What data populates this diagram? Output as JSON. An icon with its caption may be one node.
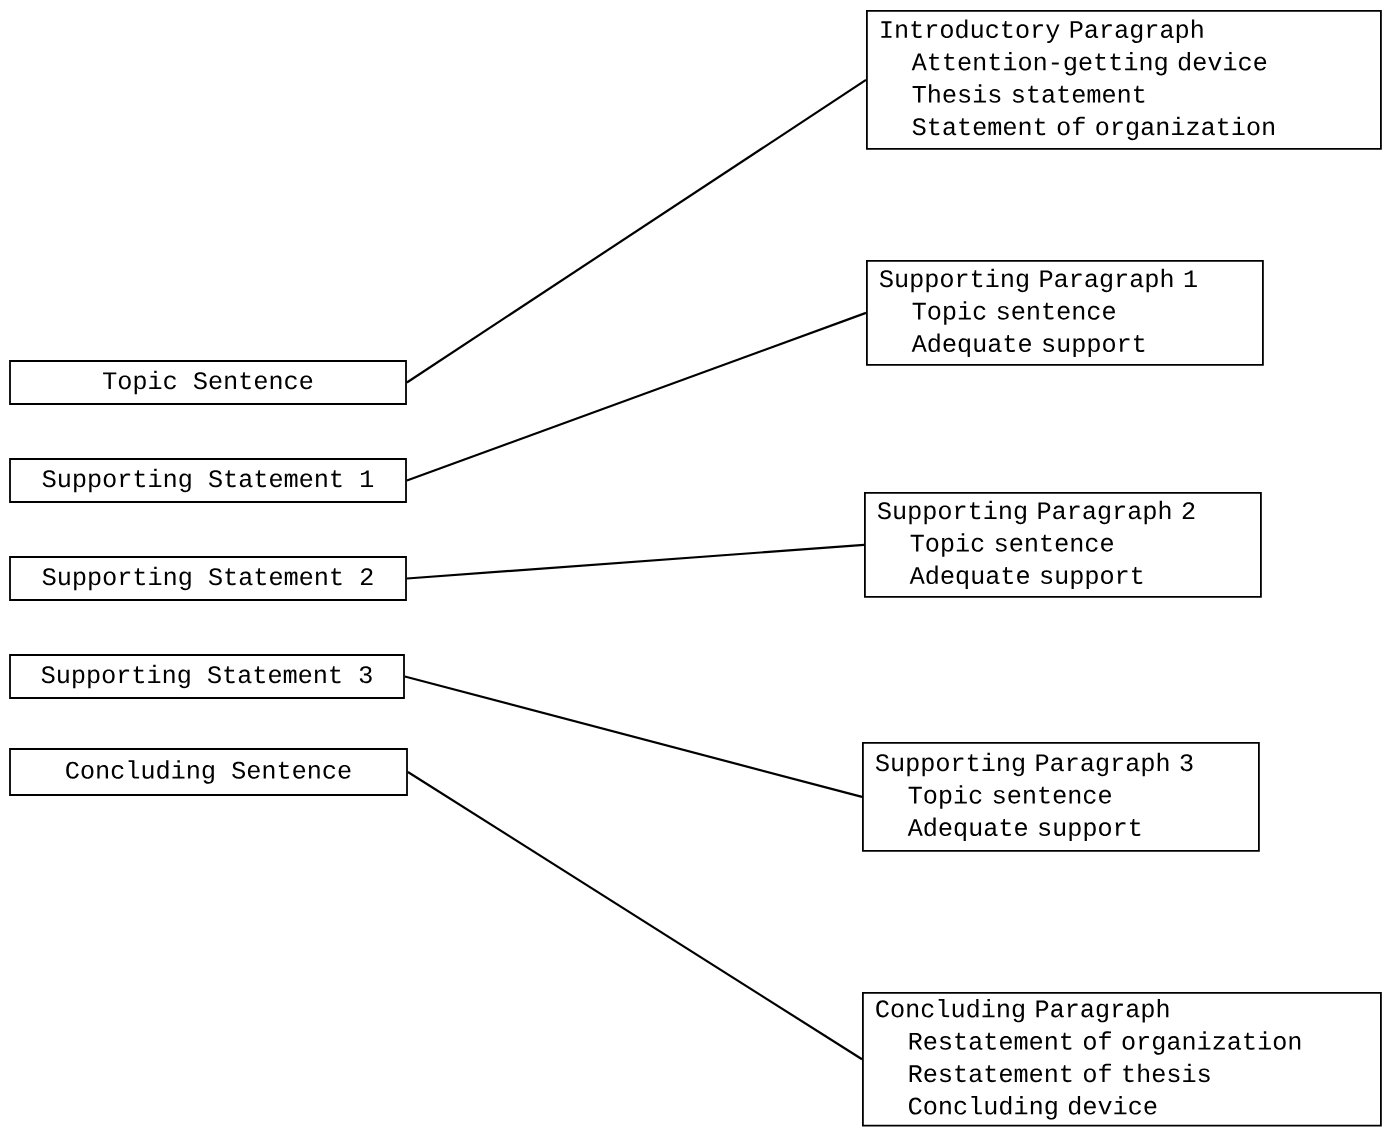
{
  "diagram": {
    "nodes": [
      {
        "text": [
          "Topic Sentence"
        ]
      },
      {
        "text": [
          "Supporting Statement 1"
        ]
      },
      {
        "text": [
          "Supporting Statement 2"
        ]
      },
      {
        "text": [
          "Supporting Statement 3"
        ]
      },
      {
        "text": [
          "Concluding Sentence"
        ]
      },
      {
        "text": [
          "Introductory Paragraph",
          "Attention-getting device",
          "Thesis statement",
          "Statement of organization"
        ]
      },
      {
        "text": [
          "Supporting Paragraph 1",
          "Topic sentence",
          "Adequate support"
        ]
      },
      {
        "text": [
          "Supporting Paragraph 2",
          "Topic sentence",
          "Adequate support"
        ]
      },
      {
        "text": [
          "Supporting Paragraph 3",
          "Topic sentence",
          "Adequate support"
        ]
      },
      {
        "text": [
          "Concluding Paragraph",
          "Restatement of organization",
          "Restatement of thesis",
          "Concluding device"
        ]
      }
    ],
    "edges": [
      {
        "from": 0,
        "to": 5,
        "arrow": "none"
      },
      {
        "from": 1,
        "to": 6,
        "arrow": "none"
      },
      {
        "from": 2,
        "to": 7,
        "arrow": "none"
      },
      {
        "from": 3,
        "to": 8,
        "arrow": "none"
      },
      {
        "from": 4,
        "to": 9,
        "arrow": "none"
      }
    ]
  }
}
